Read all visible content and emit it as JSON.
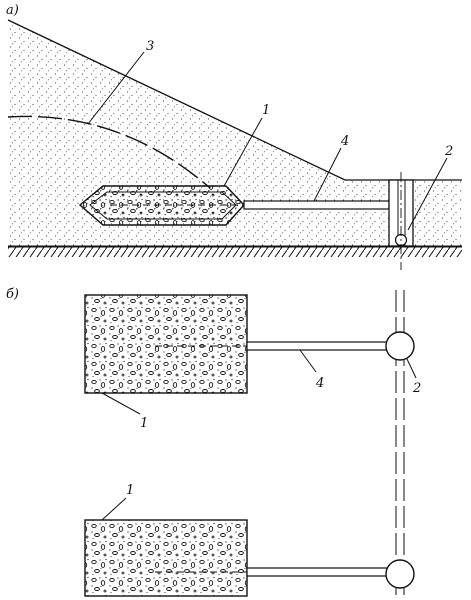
{
  "figure": {
    "panels": [
      {
        "id": "a",
        "label": "а)"
      },
      {
        "id": "b",
        "label": "б)"
      }
    ],
    "callouts_a": [
      "1",
      "2",
      "3",
      "4"
    ],
    "callouts_b": [
      "1",
      "2",
      "4",
      "1"
    ],
    "colors": {
      "ink": "#111111",
      "background": "#ffffff"
    }
  }
}
